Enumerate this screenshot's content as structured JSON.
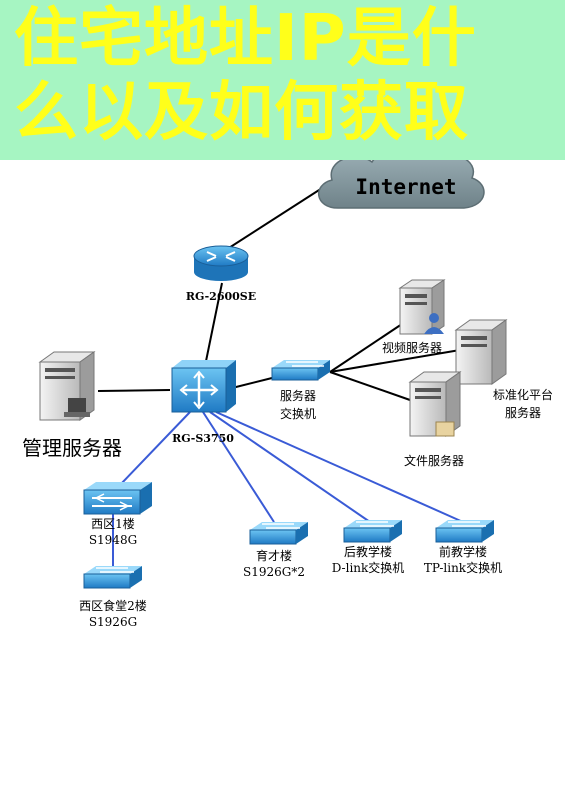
{
  "title": {
    "line1": "住宅地址IP是什",
    "line2": "么以及如何获取"
  },
  "diagram": {
    "internet": "Internet",
    "router": "RG-2600SE",
    "core_switch": "RG-S3750",
    "server_switch": [
      "服务器",
      "交换机"
    ],
    "video_server": "视频服务器",
    "std_platform_server": [
      "标准化平台",
      "服务器"
    ],
    "file_server": "文件服务器",
    "mgmt_server": "管理服务器",
    "west_building_1": [
      "西区1楼",
      "S1948G"
    ],
    "west_canteen_2": [
      "西区食堂2楼",
      "S1926G"
    ],
    "yucai_building": [
      "育才楼",
      "S1926G*2"
    ],
    "back_teaching_building": [
      "后教学楼",
      "D-link交换机"
    ],
    "front_teaching_building": [
      "前教学楼",
      "TP-link交换机"
    ]
  },
  "colors": {
    "banner_bg": "#a6f5c2",
    "banner_text": "#ffff1a",
    "device_blue": "#2f8fd6",
    "link_blue": "#3a5bd6",
    "link_black": "#000000"
  }
}
